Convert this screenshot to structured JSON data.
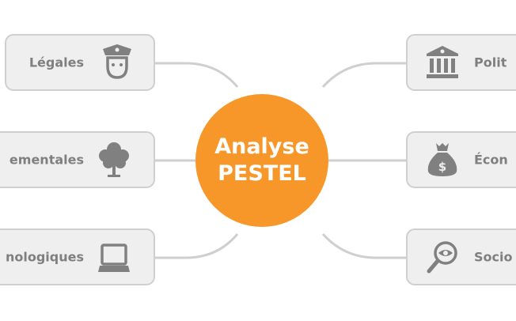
{
  "center": {
    "line1": "Analyse",
    "line2": "PESTEL",
    "color": "#f7972a"
  },
  "left": [
    {
      "label": "Légales",
      "icon": "police-officer-icon"
    },
    {
      "label": "ementales",
      "icon": "tree-icon"
    },
    {
      "label": "nologiques",
      "icon": "laptop-icon"
    }
  ],
  "right": [
    {
      "label": "Polit",
      "icon": "government-building-icon"
    },
    {
      "label": "Écon",
      "icon": "money-bag-icon"
    },
    {
      "label": "Socio",
      "icon": "magnifier-eye-icon"
    }
  ]
}
